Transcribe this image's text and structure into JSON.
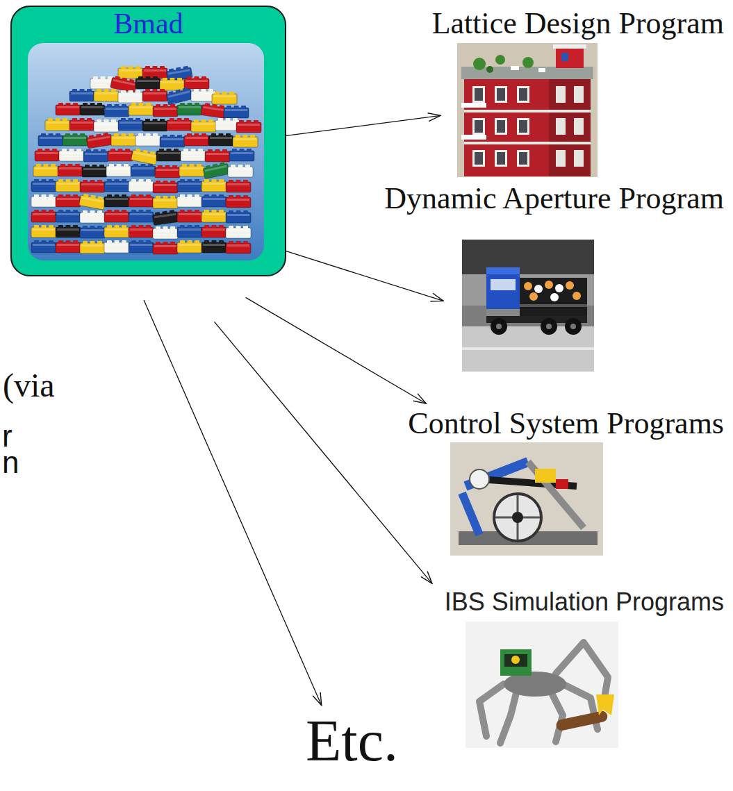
{
  "diagram": {
    "nodes": [
      {
        "text": [
          "Bmad"
        ]
      },
      {
        "text": [
          "Lattice Design Program"
        ]
      },
      {
        "text": [
          "Dynamic Aperture Program"
        ]
      },
      {
        "text": [
          "Control System Programs"
        ]
      },
      {
        "text": [
          "IBS Simulation Programs"
        ]
      },
      {
        "text": [
          "Etc."
        ]
      }
    ],
    "edges": [
      {
        "from": 0,
        "to": 1,
        "arrow": "to"
      },
      {
        "from": 0,
        "to": 2,
        "arrow": "to"
      },
      {
        "from": 0,
        "to": 3,
        "arrow": "to"
      },
      {
        "from": 0,
        "to": 4,
        "arrow": "to"
      },
      {
        "from": 0,
        "to": 5,
        "arrow": "to"
      }
    ],
    "labels": [
      "(via",
      "r",
      "n"
    ]
  }
}
